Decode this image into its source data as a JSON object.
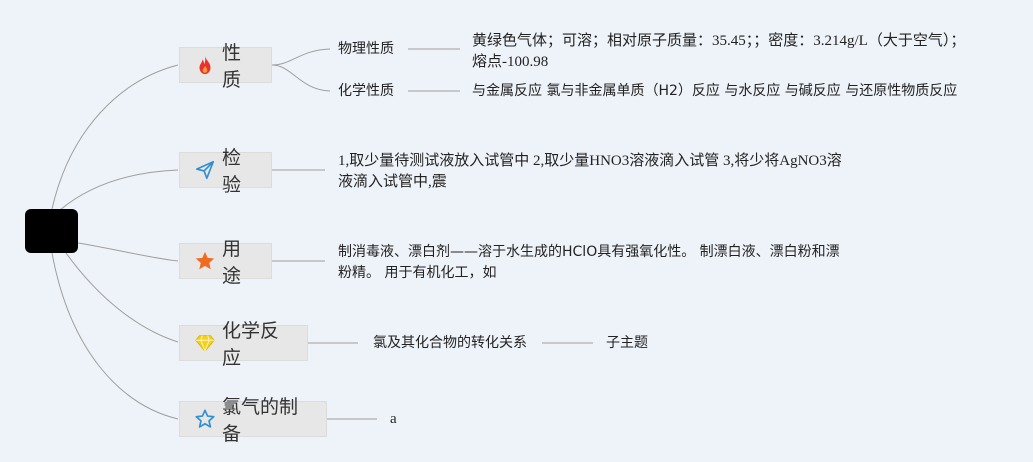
{
  "topics": [
    {
      "title": "性质",
      "icon": "fire-icon",
      "children": [
        {
          "label": "物理性质",
          "detail": "黄绿色气体；可溶；相对原子质量：35.45；；密度：3.214g/L（大于空气）；熔点-100.98"
        },
        {
          "label": "化学性质",
          "detail": "与金属反应 氯与非金属单质（H2）反应 与水反应 与碱反应 与还原性物质反应"
        }
      ]
    },
    {
      "title": "检验",
      "icon": "paper-plane-icon",
      "detail": "1,取少量待测试液放入试管中 2,取少量HNO3溶液滴入试管 3,将少将AgNO3溶液滴入试管中,震"
    },
    {
      "title": "用途",
      "icon": "star-filled-icon",
      "detail": "制消毒液、漂白剂——溶于水生成的HClO具有强氧化性。 制漂白液、漂白粉和漂粉精。 用于有机化工，如"
    },
    {
      "title": "化学反应",
      "icon": "diamond-icon",
      "child": "氯及其化合物的转化关系",
      "grandchild": "子主题"
    },
    {
      "title": "氯气的制备",
      "icon": "star-outline-icon",
      "detail": "a"
    }
  ],
  "colors": {
    "background": "#eef3fa",
    "root": "#000000",
    "topic_fill": "#e7e7e7",
    "line": "#9e9e9e",
    "fire": "#e8322b",
    "plane": "#2f8fd6",
    "star": "#f06a1f",
    "diamond": "#f4d11d",
    "star_outline": "#2f8fd6"
  }
}
